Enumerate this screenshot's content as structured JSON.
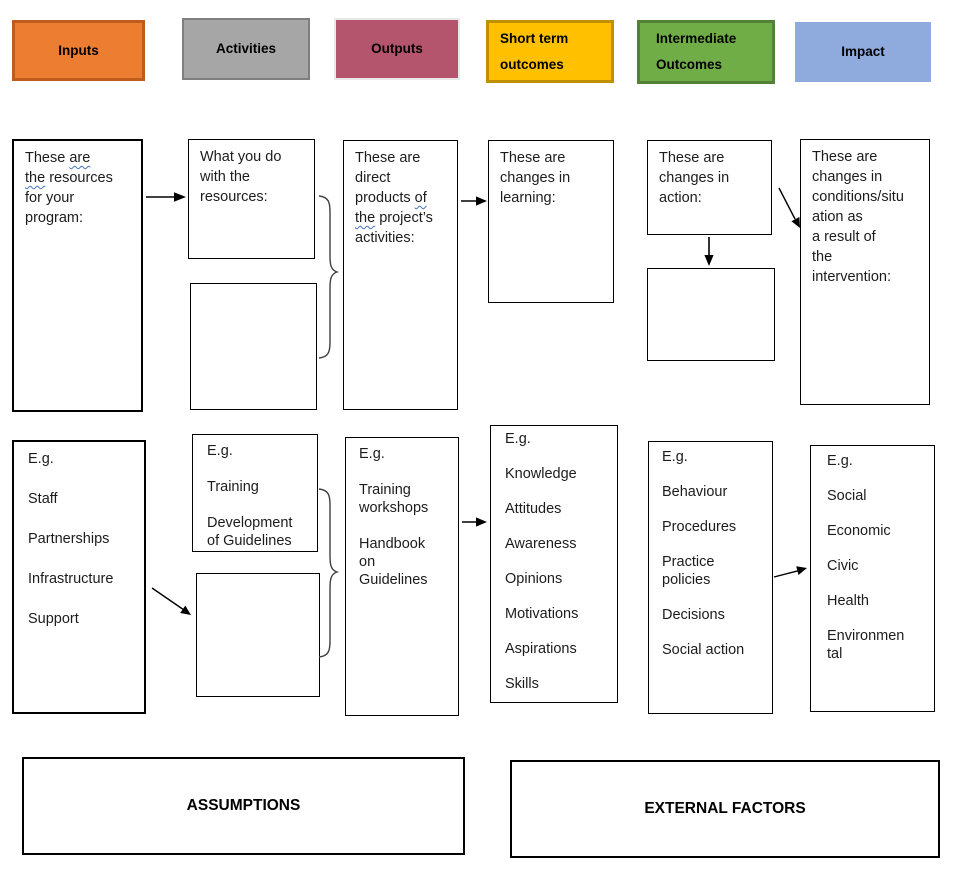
{
  "headers": {
    "inputs": {
      "label": "Inputs",
      "fill": "#ED7D31",
      "border": "#BE5B1D"
    },
    "activities": {
      "label": "Activities",
      "fill": "#A6A6A6",
      "border": "#7F7F7F"
    },
    "outputs": {
      "label": "Outputs",
      "fill": "#B4556D",
      "border": "#EAE8E8"
    },
    "short_term": {
      "label": "Short term\noutcomes",
      "fill": "#FFC000",
      "border": "#BF9000"
    },
    "intermediate": {
      "label": "Intermediate\nOutcomes",
      "fill": "#70AD47",
      "border": "#538135"
    },
    "impact": {
      "label": "Impact",
      "fill": "#8FAADC",
      "border": "#8FAADC"
    }
  },
  "row1": {
    "inputs_lines": [
      [
        "These ",
        {
          "t": "are",
          "sq": true
        }
      ],
      [
        {
          "t": "the",
          "sq": true
        },
        " resources"
      ],
      [
        "for your"
      ],
      [
        "program:"
      ]
    ],
    "activities_text": "What you do\nwith the\nresources:",
    "outputs_lines": [
      [
        "These are"
      ],
      [
        "direct"
      ],
      [
        "products ",
        {
          "t": "of",
          "sq": true
        }
      ],
      [
        {
          "t": "the",
          "sq": true
        },
        " project’s"
      ],
      [
        "activities:"
      ]
    ],
    "short_term_text": "These are\nchanges in\nlearning:",
    "intermediate_text": "These are\nchanges in\naction:",
    "impact_text": "These are\nchanges in\nconditions/situ\nation as\na result of\nthe\nintervention:"
  },
  "row2": {
    "inputs_text": "E.g.\n\nStaff\n\nPartnerships\n\nInfrastructure\n\nSupport",
    "activities_text": "E.g.\n\nTraining\n\nDevelopment\nof Guidelines",
    "outputs_text": "E.g.\n\nTraining\nworkshops\n\nHandbook\non\nGuidelines",
    "short_term_text": "E.g.\n\nKnowledge\n\nAttitudes\n\nAwareness\n\nOpinions\n\nMotivations\n\nAspirations\n\nSkills",
    "intermediate_text": "E.g.\n\nBehaviour\n\nProcedures\n\nPractice\npolicies\n\nDecisions\n\nSocial action",
    "impact_text": "E.g.\n\nSocial\n\nEconomic\n\nCivic\n\nHealth\n\nEnvironmen\ntal"
  },
  "bottom": {
    "assumptions_label": "ASSUMPTIONS",
    "external_factors_label": "EXTERNAL FACTORS"
  },
  "decorations": {
    "squiggle_color": "#4472C4",
    "arrow_color": "#000000",
    "brace_color": "#404040"
  }
}
